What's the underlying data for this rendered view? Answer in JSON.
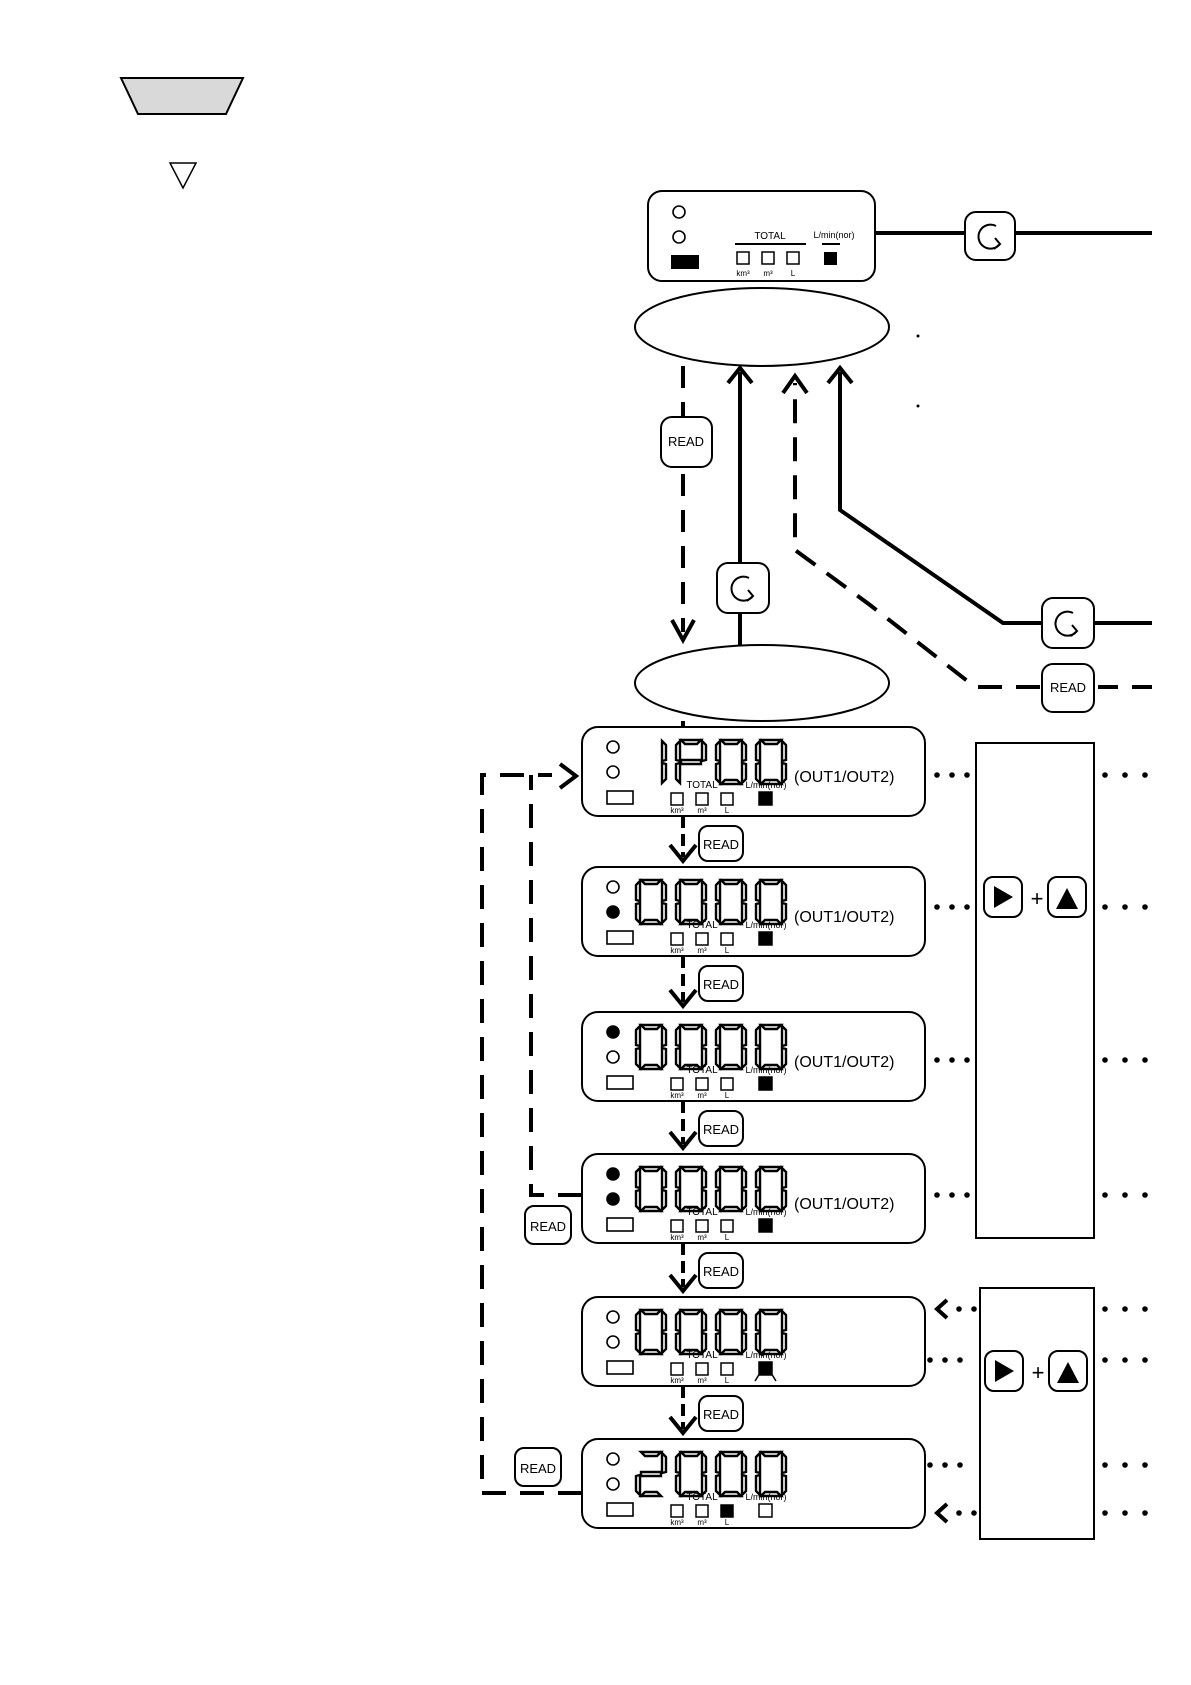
{
  "header": {
    "title_shape": "inverted-trapezoid",
    "sub_marker": "down-triangle"
  },
  "top_display": {
    "total": "TOTAL",
    "flow_unit": "L/min(nor)",
    "units": [
      "km³",
      "m³",
      "L"
    ]
  },
  "buttons": {
    "read": "READ",
    "plus": "+"
  },
  "panels": [
    {
      "digits": "1P00",
      "suffix": "(OUT1/OUT2)",
      "total": "TOTAL",
      "flow_unit": "L/min(nor)",
      "units": [
        "km³",
        "m³",
        "L"
      ],
      "led1": "off",
      "led2": "off"
    },
    {
      "digits": "0000",
      "suffix": "(OUT1/OUT2)",
      "total": "TOTAL",
      "flow_unit": "L/min(nor)",
      "units": [
        "km³",
        "m³",
        "L"
      ],
      "led1": "off",
      "led2": "on"
    },
    {
      "digits": "0000",
      "suffix": "(OUT1/OUT2)",
      "total": "TOTAL",
      "flow_unit": "L/min(nor)",
      "units": [
        "km³",
        "m³",
        "L"
      ],
      "led1": "on",
      "led2": "off"
    },
    {
      "digits": "0000",
      "suffix": "(OUT1/OUT2)",
      "total": "TOTAL",
      "flow_unit": "L/min(nor)",
      "units": [
        "km³",
        "m³",
        "L"
      ],
      "led1": "on",
      "led2": "on"
    },
    {
      "digits": "0000",
      "suffix": "",
      "total": "TOTAL",
      "flow_unit": "L/min(nor)",
      "units": [
        "km³",
        "m³",
        "L"
      ],
      "led1": "off",
      "led2": "off"
    },
    {
      "digits": "2000",
      "suffix": "",
      "total": "TOTAL",
      "flow_unit": "L/min(nor)",
      "units": [
        "km³",
        "m³",
        "L"
      ],
      "led1": "off",
      "led2": "off"
    }
  ],
  "icons": [
    "cycle-icon",
    "right-arrow-key-icon",
    "up-arrow-key-icon",
    "led-indicator-icon"
  ]
}
